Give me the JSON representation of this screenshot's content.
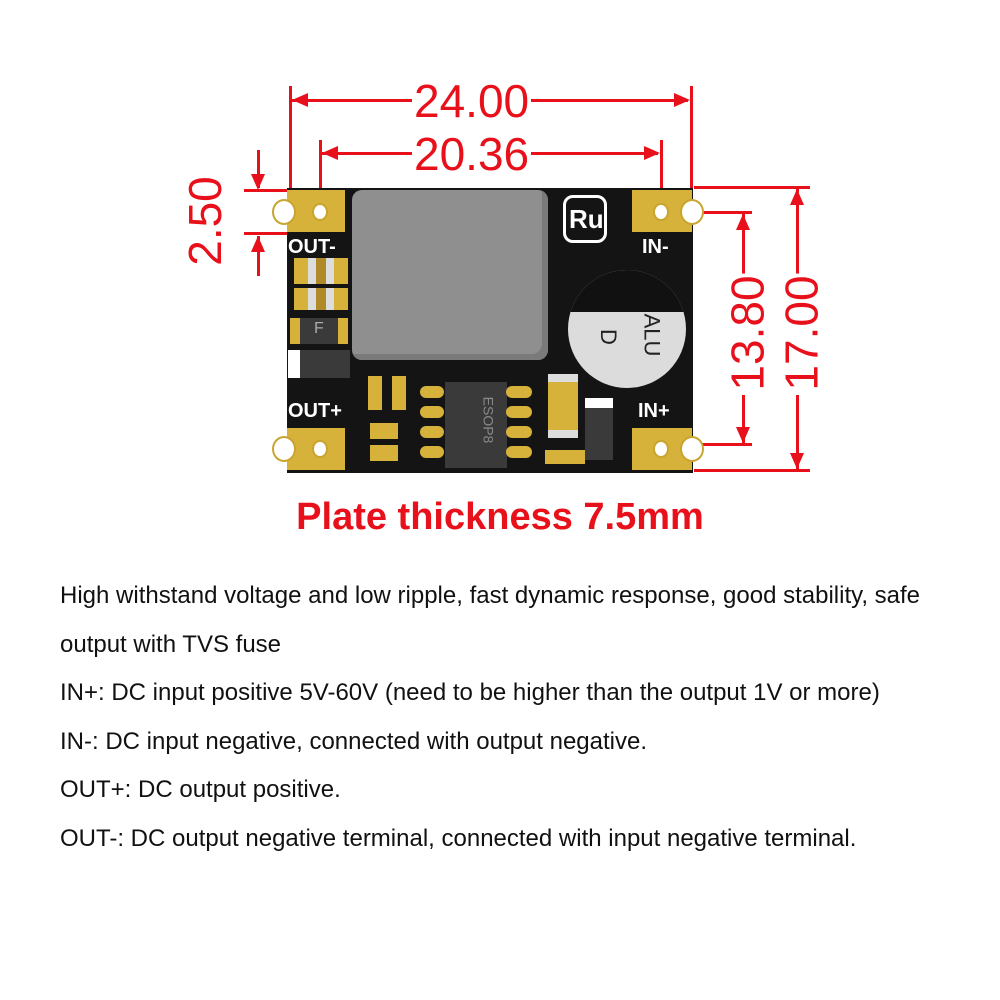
{
  "dimensions": {
    "width_total": "24.00",
    "width_holes": "20.36",
    "pad_height": "2.50",
    "hole_spacing": "13.80",
    "height_total": "17.00",
    "color": "#e8101a"
  },
  "board": {
    "labels": {
      "out_minus": "OUT-",
      "out_plus": "OUT+",
      "in_minus": "IN-",
      "in_plus": "IN+"
    },
    "logo": "Ru",
    "capacitor_text": [
      "ALU",
      "D"
    ],
    "ic_text": "ESOP8",
    "fuse_mark": "F",
    "colors": {
      "pcb": "#141414",
      "pad": "#d6b23a",
      "inductor": "#8f8f8f"
    }
  },
  "caption": "Plate thickness 7.5mm",
  "description": [
    "High withstand voltage and low ripple, fast dynamic response, good stability, safe output with TVS fuse",
    "IN+: DC input positive 5V-60V (need to be higher than the output 1V or more)",
    "IN-: DC input negative, connected with output negative.",
    "OUT+: DC output positive.",
    "OUT-: DC output negative terminal, connected with input negative terminal."
  ]
}
